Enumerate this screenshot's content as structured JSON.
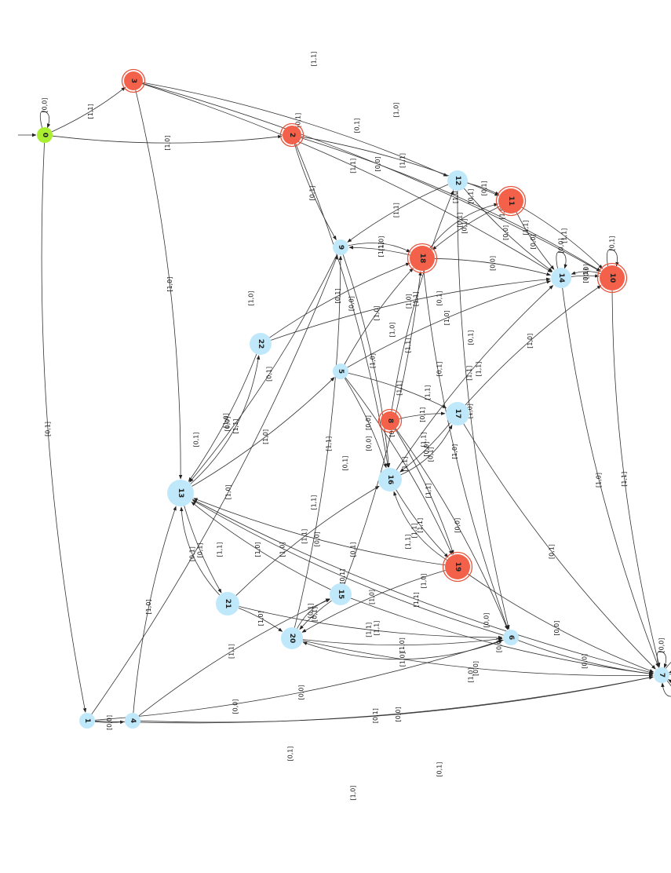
{
  "diagram": {
    "kind": "state-machine",
    "colors": {
      "start": "#aaee33",
      "accepting": "#f4614a",
      "normal": "#bfe9fb",
      "edge": "#333333",
      "label": "#111111"
    },
    "states": [
      {
        "id": "0",
        "type": "start"
      },
      {
        "id": "1",
        "type": "normal"
      },
      {
        "id": "2",
        "type": "accepting"
      },
      {
        "id": "3",
        "type": "accepting"
      },
      {
        "id": "4",
        "type": "normal"
      },
      {
        "id": "5",
        "type": "normal"
      },
      {
        "id": "6",
        "type": "normal"
      },
      {
        "id": "7",
        "type": "normal"
      },
      {
        "id": "8",
        "type": "accepting"
      },
      {
        "id": "9",
        "type": "normal"
      },
      {
        "id": "10",
        "type": "accepting"
      },
      {
        "id": "11",
        "type": "accepting"
      },
      {
        "id": "12",
        "type": "normal"
      },
      {
        "id": "13",
        "type": "normal"
      },
      {
        "id": "14",
        "type": "normal"
      },
      {
        "id": "15",
        "type": "normal"
      },
      {
        "id": "16",
        "type": "normal"
      },
      {
        "id": "17",
        "type": "normal"
      },
      {
        "id": "18",
        "type": "accepting"
      },
      {
        "id": "19",
        "type": "accepting"
      },
      {
        "id": "20",
        "type": "normal"
      },
      {
        "id": "21",
        "type": "normal"
      },
      {
        "id": "22",
        "type": "normal"
      }
    ],
    "transitions": [
      {
        "from": "0",
        "to": "0",
        "label": "[0,0]"
      },
      {
        "from": "0",
        "to": "3",
        "label": "[1,1]"
      },
      {
        "from": "0",
        "to": "2",
        "label": "[1,0]"
      },
      {
        "from": "0",
        "to": "1",
        "label": "[0,1]"
      },
      {
        "from": "3",
        "to": "10",
        "label": "[0,0]"
      },
      {
        "from": "3",
        "to": "14",
        "label": "[1,1]"
      },
      {
        "from": "3",
        "to": "12",
        "label": "[0,1]"
      },
      {
        "from": "3",
        "to": "13",
        "label": "[1,0]"
      },
      {
        "from": "2",
        "to": "10",
        "label": "[1,0]"
      },
      {
        "from": "2",
        "to": "11",
        "label": "[1,1]"
      },
      {
        "from": "2",
        "to": "9",
        "label": "[0,1]"
      },
      {
        "from": "2",
        "to": "16",
        "label": "[0,0]"
      },
      {
        "from": "12",
        "to": "9",
        "label": "[1,1]"
      },
      {
        "from": "12",
        "to": "11",
        "label": "[0,1]"
      },
      {
        "from": "12",
        "to": "14",
        "label": "[0,0]"
      },
      {
        "from": "12",
        "to": "6",
        "label": "[1,0]"
      },
      {
        "from": "11",
        "to": "18",
        "label": "[0,1]"
      },
      {
        "from": "11",
        "to": "14",
        "label": "[0,0]"
      },
      {
        "from": "11",
        "to": "10",
        "label": "[1,1]"
      },
      {
        "from": "18",
        "to": "11",
        "label": "[0,1]"
      },
      {
        "from": "18",
        "to": "9",
        "label": "[1,1]"
      },
      {
        "from": "18",
        "to": "14",
        "label": "[0,0]"
      },
      {
        "from": "18",
        "to": "6",
        "label": "[1,0]"
      },
      {
        "from": "9",
        "to": "18",
        "label": "[1,0]"
      },
      {
        "from": "9",
        "to": "13",
        "label": "[0,1]"
      },
      {
        "from": "9",
        "to": "16",
        "label": "[1,0]"
      },
      {
        "from": "14",
        "to": "14",
        "label": "[0,0]"
      },
      {
        "from": "14",
        "to": "10",
        "label": "[0,1]"
      },
      {
        "from": "14",
        "to": "7",
        "label": "[1,0]"
      },
      {
        "from": "10",
        "to": "10",
        "label": "[0,1]"
      },
      {
        "from": "10",
        "to": "14",
        "label": "[0,0]"
      },
      {
        "from": "10",
        "to": "7",
        "label": "[1,1]"
      },
      {
        "from": "22",
        "to": "14",
        "label": "[1,0]"
      },
      {
        "from": "22",
        "to": "18",
        "label": "[0,1]"
      },
      {
        "from": "22",
        "to": "13",
        "label": "[1,0]"
      },
      {
        "from": "5",
        "to": "18",
        "label": "[1,0]"
      },
      {
        "from": "5",
        "to": "14",
        "label": "[1,0]"
      },
      {
        "from": "5",
        "to": "17",
        "label": "[1,1]"
      },
      {
        "from": "5",
        "to": "16",
        "label": "[0,0]"
      },
      {
        "from": "5",
        "to": "19",
        "label": "[1,1]"
      },
      {
        "from": "8",
        "to": "17",
        "label": "[0,1]"
      },
      {
        "from": "8",
        "to": "12",
        "label": "[1,1]"
      },
      {
        "from": "8",
        "to": "6",
        "label": "[0,0]"
      },
      {
        "from": "8",
        "to": "19",
        "label": "[1,1]"
      },
      {
        "from": "17",
        "to": "10",
        "label": "[1,0]"
      },
      {
        "from": "17",
        "to": "7",
        "label": "[0,1]"
      },
      {
        "from": "17",
        "to": "16",
        "label": "[0,0]"
      },
      {
        "from": "16",
        "to": "17",
        "label": "[0,1]"
      },
      {
        "from": "16",
        "to": "19",
        "label": "[1,1]"
      },
      {
        "from": "16",
        "to": "14",
        "label": "[1,1]"
      },
      {
        "from": "19",
        "to": "16",
        "label": "[1,1]"
      },
      {
        "from": "19",
        "to": "20",
        "label": "[1,0]"
      },
      {
        "from": "19",
        "to": "7",
        "label": "[0,0]"
      },
      {
        "from": "19",
        "to": "13",
        "label": "[0,0]"
      },
      {
        "from": "13",
        "to": "22",
        "label": "[1,1]"
      },
      {
        "from": "13",
        "to": "21",
        "label": "[0,1]"
      },
      {
        "from": "13",
        "to": "5",
        "label": "[1,0]"
      },
      {
        "from": "13",
        "to": "7",
        "label": "[1,1]"
      },
      {
        "from": "21",
        "to": "13",
        "label": "[0,1]"
      },
      {
        "from": "21",
        "to": "16",
        "label": "[1,1]"
      },
      {
        "from": "21",
        "to": "20",
        "label": "[1,0]"
      },
      {
        "from": "21",
        "to": "6",
        "label": "[1,1]"
      },
      {
        "from": "15",
        "to": "13",
        "label": "[1,0]"
      },
      {
        "from": "15",
        "to": "20",
        "label": "[0,1]"
      },
      {
        "from": "15",
        "to": "7",
        "label": "[0,0]"
      },
      {
        "from": "15",
        "to": "18",
        "label": "[0,1]"
      },
      {
        "from": "20",
        "to": "15",
        "label": "[0,1]"
      },
      {
        "from": "20",
        "to": "6",
        "label": "[1,0]"
      },
      {
        "from": "20",
        "to": "9",
        "label": "[1,1]"
      },
      {
        "from": "20",
        "to": "7",
        "label": "[0,0]"
      },
      {
        "from": "6",
        "to": "20",
        "label": "[1,0]"
      },
      {
        "from": "6",
        "to": "7",
        "label": "[0,0]"
      },
      {
        "from": "6",
        "to": "13",
        "label": "[0,1]"
      },
      {
        "from": "1",
        "to": "4",
        "label": "[0,0]"
      },
      {
        "from": "1",
        "to": "7",
        "label": "[0,1]"
      },
      {
        "from": "1",
        "to": "6",
        "label": "[0,0]"
      },
      {
        "from": "1",
        "to": "9",
        "label": "[1,0]"
      },
      {
        "from": "4",
        "to": "13",
        "label": "[1,0]"
      },
      {
        "from": "4",
        "to": "15",
        "label": "[1,1]"
      },
      {
        "from": "4",
        "to": "7",
        "label": "[0,0]"
      },
      {
        "from": "7",
        "to": "7",
        "label": "[0,0]"
      },
      {
        "from": "7",
        "to": "7",
        "label": "[1,1]"
      },
      {
        "from": "7",
        "to": "7",
        "label": "[1,0]"
      },
      {
        "from": "7",
        "to": "7",
        "label": "[0,1]"
      }
    ],
    "floating_labels": [
      "[0,1]",
      "[1,1]",
      "[1,0]",
      "[0,1]",
      "[1,0]",
      "[1,1]",
      "[0,1]",
      "[1,1]",
      "[0,1]",
      "[1,1]",
      "[0,1]",
      "[1,0]",
      "[1,1]",
      "[0,0]",
      "[1,1]",
      "[1,1]",
      "[0,1]",
      "[1,1]",
      "[1,0]",
      "[1,1]",
      "[0,0]",
      "[1,0]",
      "[0,1]",
      "[1,0]",
      "[0,1]",
      "[0,0]",
      "[1,0]",
      "[1,1]",
      "[0,0]",
      "[0,1]",
      "[1,0]",
      "[0,1]"
    ]
  }
}
